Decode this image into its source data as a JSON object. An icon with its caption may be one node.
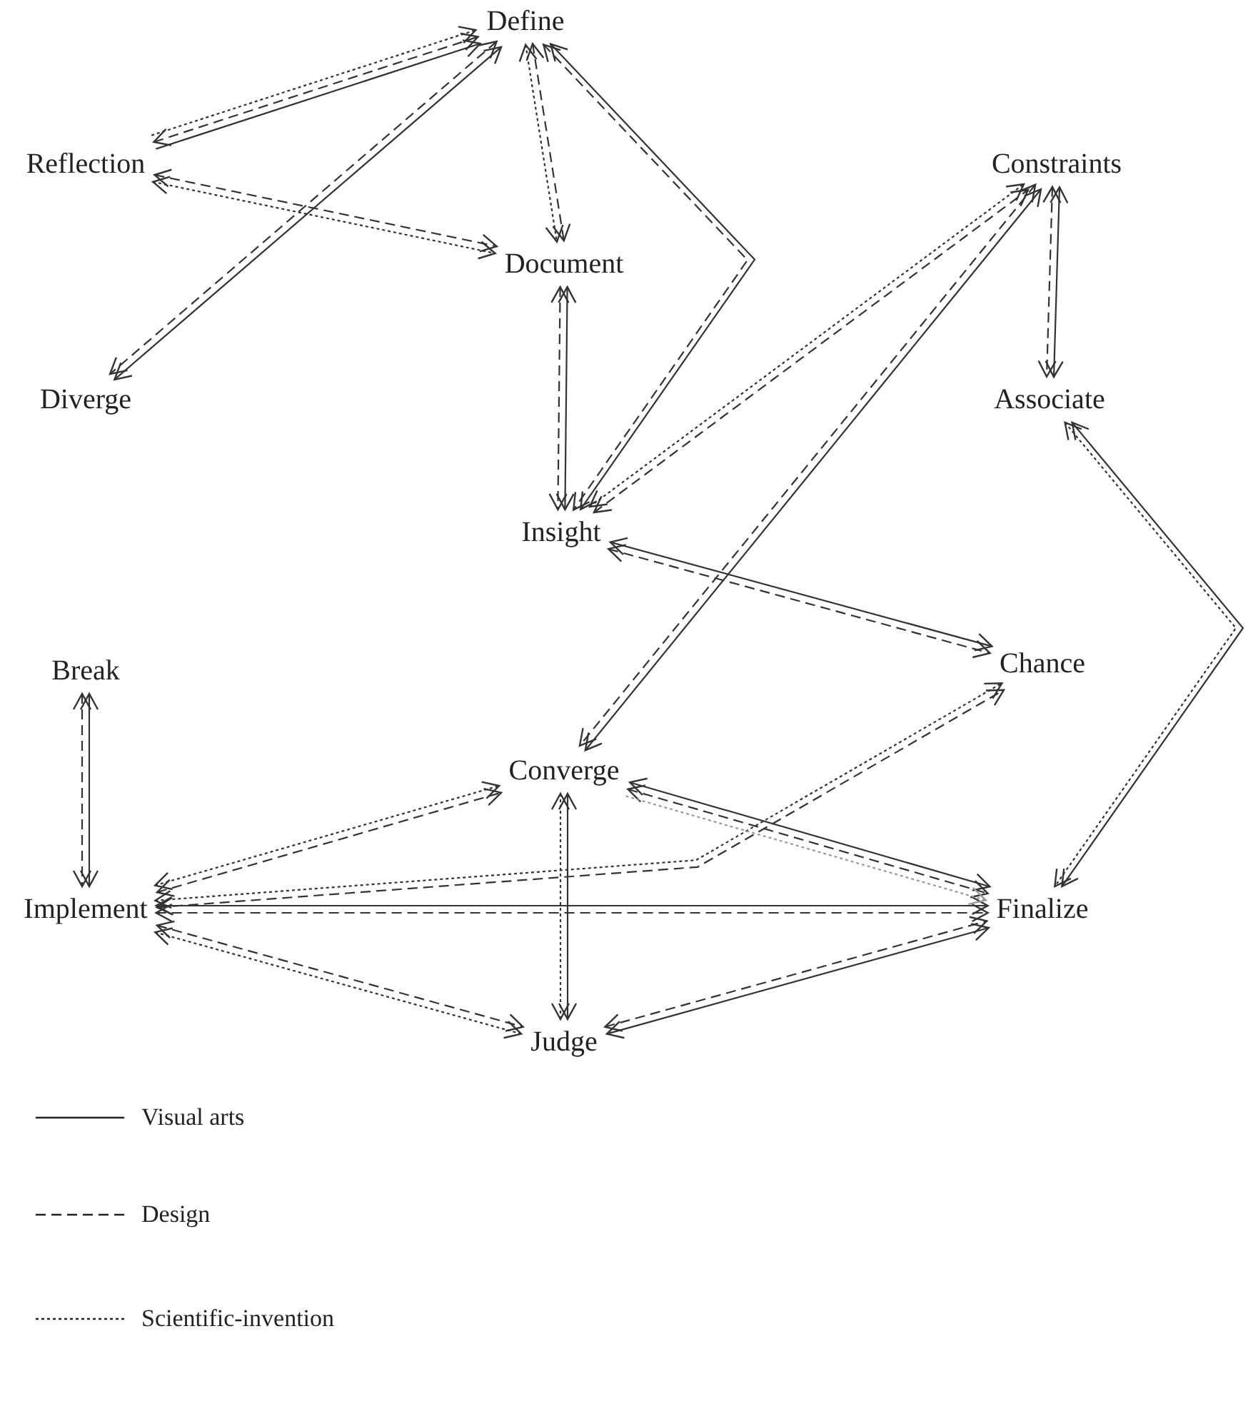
{
  "diagram": {
    "nodes": [
      {
        "text": [
          "Define"
        ]
      },
      {
        "text": [
          "Reflection"
        ]
      },
      {
        "text": [
          "Constraints"
        ]
      },
      {
        "text": [
          "Document"
        ]
      },
      {
        "text": [
          "Diverge"
        ]
      },
      {
        "text": [
          "Associate"
        ]
      },
      {
        "text": [
          "Insight"
        ]
      },
      {
        "text": [
          "Break"
        ]
      },
      {
        "text": [
          "Chance"
        ]
      },
      {
        "text": [
          "Converge"
        ]
      },
      {
        "text": [
          "Implement"
        ]
      },
      {
        "text": [
          "Finalize"
        ]
      },
      {
        "text": [
          "Judge"
        ]
      }
    ],
    "edges": [
      {
        "from": 1,
        "to": 0,
        "arrow": "to"
      },
      {
        "from": 1,
        "to": 0,
        "arrow": "both",
        "style": "dashed"
      },
      {
        "from": 1,
        "to": 0,
        "arrow": "to",
        "style": "dashed"
      },
      {
        "from": 1,
        "to": 3,
        "arrow": "both",
        "style": "dashed"
      },
      {
        "from": 1,
        "to": 3,
        "arrow": "both",
        "style": "dashed"
      },
      {
        "from": 0,
        "to": 4,
        "arrow": "both"
      },
      {
        "from": 0,
        "to": 4,
        "arrow": "both",
        "style": "dashed"
      },
      {
        "from": 0,
        "to": 3,
        "arrow": "both",
        "style": "dashed"
      },
      {
        "from": 0,
        "to": 3,
        "arrow": "both",
        "style": "dashed"
      },
      {
        "from": 0,
        "to": 6,
        "arrow": "both"
      },
      {
        "from": 0,
        "to": 6,
        "arrow": "both",
        "style": "dashed"
      },
      {
        "from": 3,
        "to": 6,
        "arrow": "both"
      },
      {
        "from": 3,
        "to": 6,
        "arrow": "both",
        "style": "dashed"
      },
      {
        "from": 6,
        "to": 2,
        "arrow": "both",
        "style": "dashed"
      },
      {
        "from": 6,
        "to": 2,
        "arrow": "both",
        "style": "dashed"
      },
      {
        "from": 2,
        "to": 9,
        "arrow": "both"
      },
      {
        "from": 2,
        "to": 9,
        "arrow": "both",
        "style": "dashed"
      },
      {
        "from": 2,
        "to": 5,
        "arrow": "both"
      },
      {
        "from": 2,
        "to": 5,
        "arrow": "both",
        "style": "dashed"
      },
      {
        "from": 5,
        "to": 11,
        "arrow": "both"
      },
      {
        "from": 5,
        "to": 11,
        "arrow": "both",
        "style": "dashed"
      },
      {
        "from": 6,
        "to": 8,
        "arrow": "both"
      },
      {
        "from": 6,
        "to": 8,
        "arrow": "both",
        "style": "dashed"
      },
      {
        "from": 7,
        "to": 10,
        "arrow": "both"
      },
      {
        "from": 7,
        "to": 10,
        "arrow": "both",
        "style": "dashed"
      },
      {
        "from": 10,
        "to": 9,
        "arrow": "both",
        "style": "dashed"
      },
      {
        "from": 10,
        "to": 9,
        "arrow": "both",
        "style": "dashed"
      },
      {
        "from": 10,
        "to": 8,
        "arrow": "both",
        "style": "dashed"
      },
      {
        "from": 10,
        "to": 8,
        "arrow": "both",
        "style": "dashed"
      },
      {
        "from": 10,
        "to": 11,
        "arrow": "both"
      },
      {
        "from": 10,
        "to": 11,
        "arrow": "both",
        "style": "dashed"
      },
      {
        "from": 9,
        "to": 11,
        "arrow": "both"
      },
      {
        "from": 9,
        "to": 11,
        "arrow": "both",
        "style": "dashed"
      },
      {
        "from": 9,
        "to": 11,
        "arrow": "to",
        "style": "dashed",
        "color": "#999999"
      },
      {
        "from": 9,
        "to": 12,
        "arrow": "both"
      },
      {
        "from": 9,
        "to": 12,
        "arrow": "both",
        "style": "dashed"
      },
      {
        "from": 10,
        "to": 12,
        "arrow": "both",
        "style": "dashed"
      },
      {
        "from": 10,
        "to": 12,
        "arrow": "both",
        "style": "dashed"
      },
      {
        "from": 12,
        "to": 11,
        "arrow": "both"
      },
      {
        "from": 12,
        "to": 11,
        "arrow": "both",
        "style": "dashed"
      }
    ],
    "legend": [
      {
        "text": "Visual arts"
      },
      {
        "text": "Design"
      },
      {
        "text": "Scientific-invention"
      }
    ]
  }
}
